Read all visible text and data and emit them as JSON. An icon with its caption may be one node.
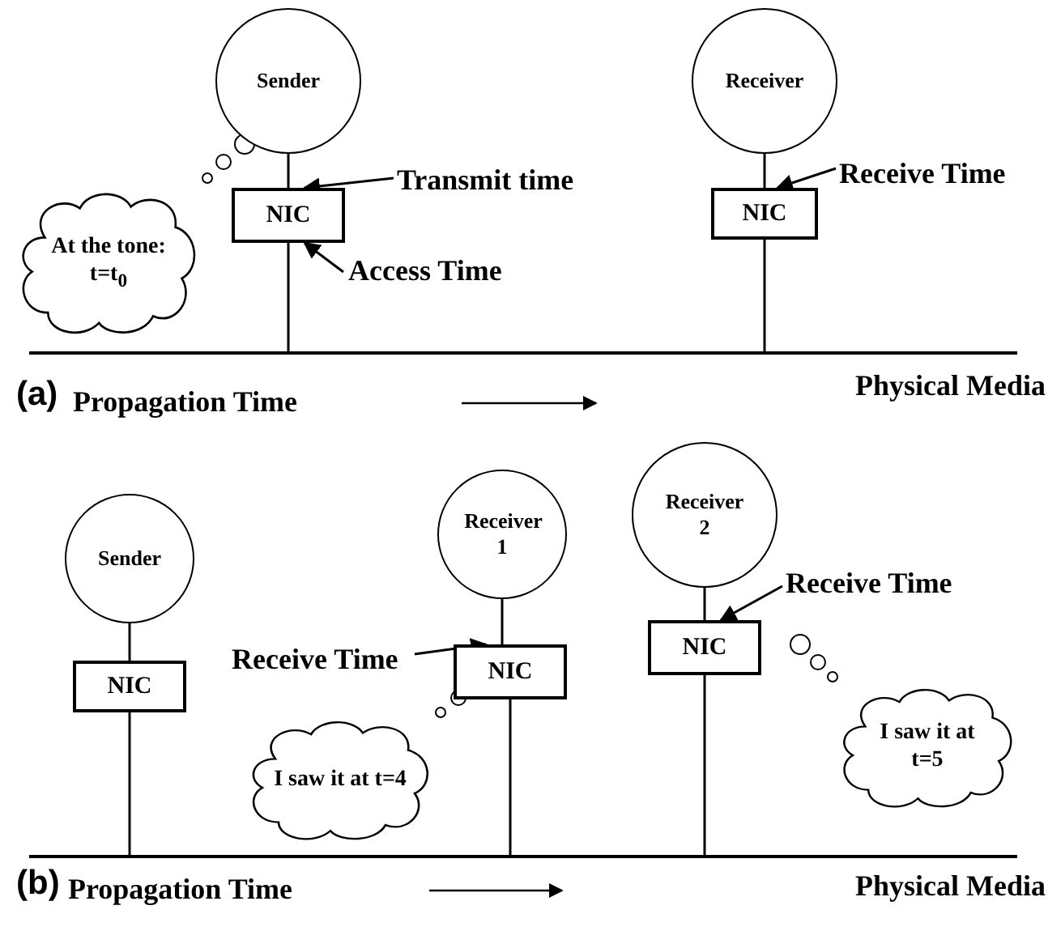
{
  "diagram": {
    "nodes": [
      {
        "text": [
          "Sender"
        ]
      },
      {
        "text": [
          "NIC"
        ]
      },
      {
        "text": [
          "Receiver"
        ]
      },
      {
        "text": [
          "NIC"
        ]
      },
      {
        "text": [
          "At the tone: t=t$_{0}$"
        ]
      },
      {
        "text": [],
        "shape": "bar",
        "beside": [
          "Physical Media"
        ]
      },
      {
        "text": [
          "Transmit time"
        ]
      },
      {
        "text": [
          "Access Time"
        ]
      },
      {
        "text": [
          "Receive Time"
        ]
      },
      {
        "text": [
          "Sender"
        ]
      },
      {
        "text": [
          "NIC"
        ]
      },
      {
        "text": [
          "Receiver 1"
        ]
      },
      {
        "text": [
          "NIC"
        ]
      },
      {
        "text": [
          "Receiver 2"
        ]
      },
      {
        "text": [
          "NIC"
        ]
      },
      {
        "text": [
          "I saw it at t=4"
        ]
      },
      {
        "text": [
          "I saw it at t=5"
        ]
      },
      {
        "text": [],
        "shape": "bar",
        "beside": [
          "Physical Media"
        ]
      },
      {
        "text": [
          "Receive Time"
        ]
      },
      {
        "text": [
          "Receive Time"
        ]
      }
    ],
    "edges": [
      {
        "from": 0,
        "to": 1,
        "arrow": "none"
      },
      {
        "from": 1,
        "to": 5,
        "arrow": "none"
      },
      {
        "from": 2,
        "to": 3,
        "arrow": "none"
      },
      {
        "from": 3,
        "to": 5,
        "arrow": "none"
      },
      {
        "from": 6,
        "to": 1,
        "arrow": "to"
      },
      {
        "from": 7,
        "to": 1,
        "arrow": "to"
      },
      {
        "from": 8,
        "to": 3,
        "arrow": "to"
      },
      {
        "from": 9,
        "to": 10,
        "arrow": "none"
      },
      {
        "from": 10,
        "to": 17,
        "arrow": "none"
      },
      {
        "from": 11,
        "to": 12,
        "arrow": "none"
      },
      {
        "from": 12,
        "to": 17,
        "arrow": "none"
      },
      {
        "from": 13,
        "to": 14,
        "arrow": "none"
      },
      {
        "from": 14,
        "to": 17,
        "arrow": "none"
      },
      {
        "from": 18,
        "to": 12,
        "arrow": "to"
      },
      {
        "from": 19,
        "to": 14,
        "arrow": "to"
      }
    ],
    "labels": [
      "(a)",
      "Propagation Time",
      "(b)",
      "Propagation Time"
    ]
  }
}
